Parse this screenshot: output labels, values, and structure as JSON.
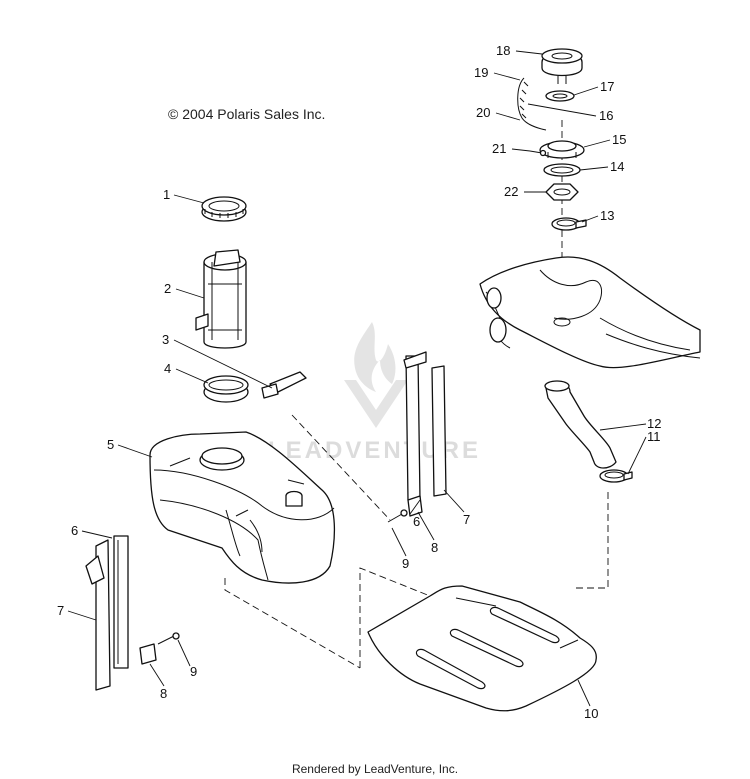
{
  "copyright": "© 2004 Polaris Sales Inc.",
  "footer": "Rendered by LeadVenture, Inc.",
  "watermark": "LEADVENTURE",
  "callouts": {
    "c1": "1",
    "c2": "2",
    "c3": "3",
    "c4": "4",
    "c5": "5",
    "c6a": "6",
    "c6b": "6",
    "c7a": "7",
    "c7b": "7",
    "c8a": "8",
    "c8b": "8",
    "c9a": "9",
    "c9b": "9",
    "c10": "10",
    "c11": "11",
    "c12": "12",
    "c13": "13",
    "c14": "14",
    "c15": "15",
    "c16": "16",
    "c17": "17",
    "c18": "18",
    "c19": "19",
    "c20": "20",
    "c21": "21",
    "c22": "22"
  }
}
